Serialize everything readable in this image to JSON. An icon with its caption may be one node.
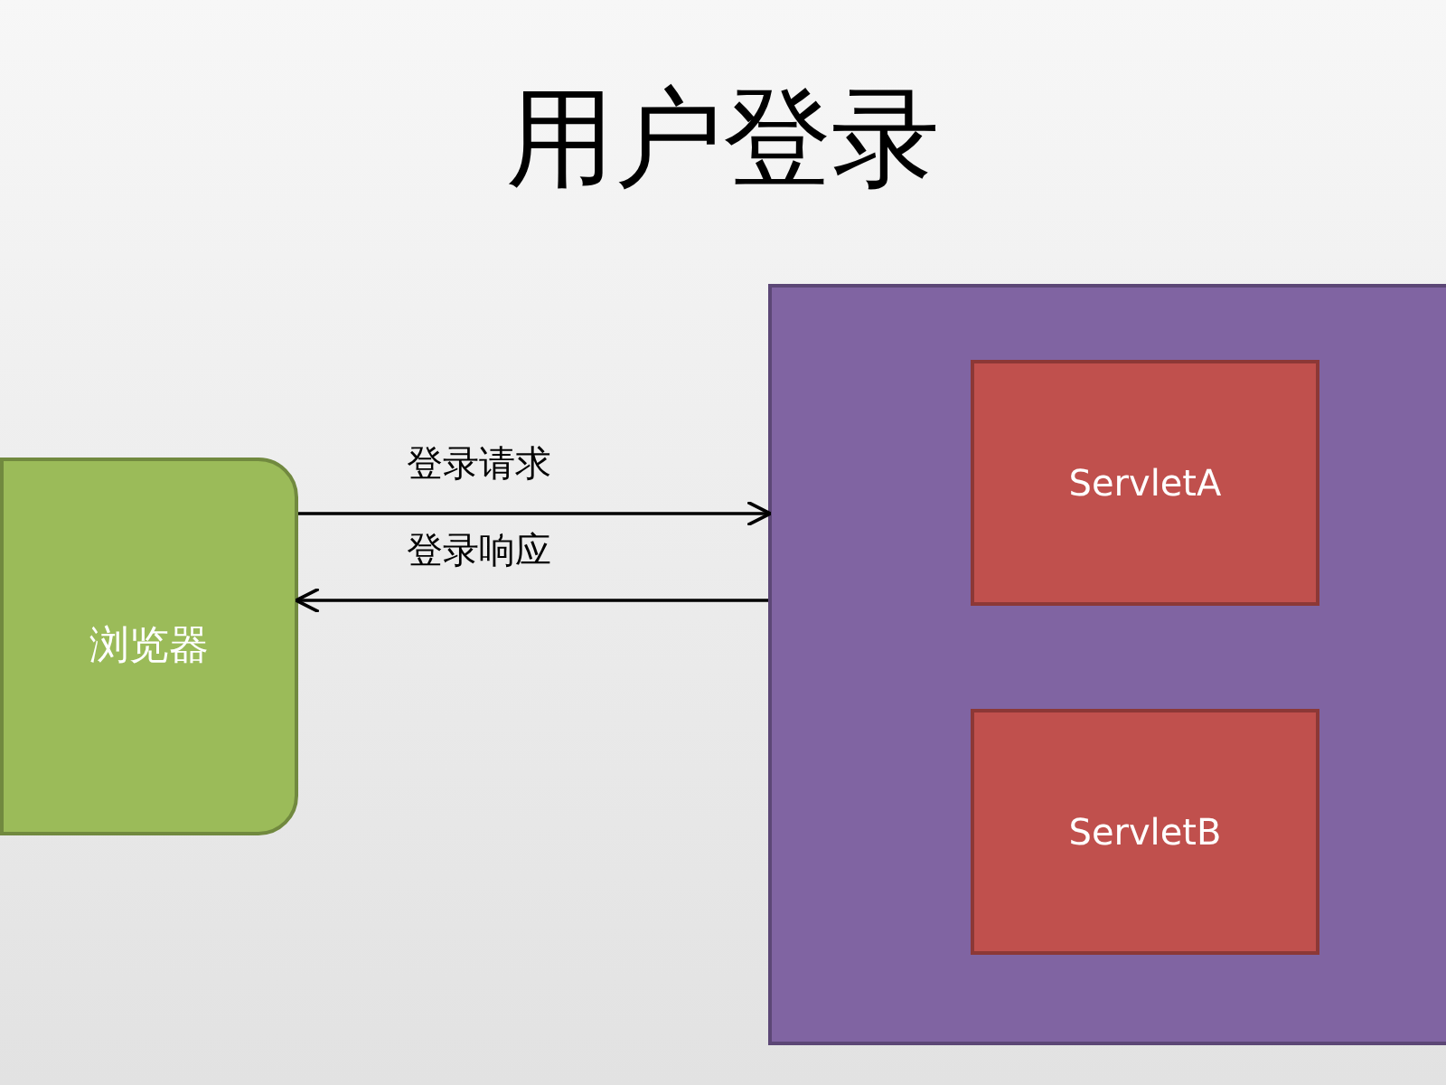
{
  "diagram": {
    "title": "用户登录",
    "nodes": [
      {
        "text": [
          "浏览器"
        ]
      },
      {
        "text": [],
        "shape": "box"
      },
      {
        "text": [
          "ServletA"
        ],
        "in": 1
      },
      {
        "text": [
          "ServletB"
        ],
        "in": 1
      }
    ],
    "edges": [
      {
        "from": 0,
        "to": 1,
        "arrow": "to",
        "label": "登录请求"
      },
      {
        "from": 1,
        "to": 0,
        "arrow": "to",
        "label": "登录响应"
      }
    ]
  }
}
